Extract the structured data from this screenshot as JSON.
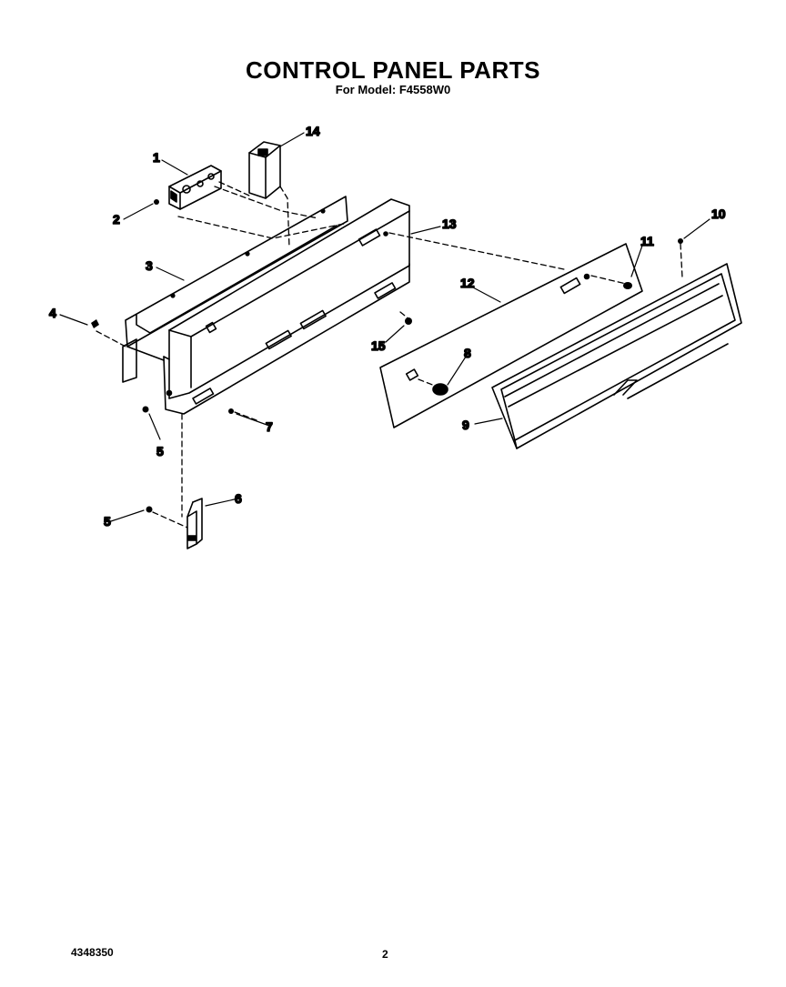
{
  "header": {
    "title": "CONTROL PANEL PARTS",
    "subtitle": "For Model: F4558W0"
  },
  "callouts": {
    "c1": "1",
    "c2": "2",
    "c3": "3",
    "c4": "4",
    "c5a": "5",
    "c5b": "5",
    "c6": "6",
    "c7": "7",
    "c8": "8",
    "c9": "9",
    "c10": "10",
    "c11": "11",
    "c12": "12",
    "c13": "13",
    "c14": "14",
    "c15": "15"
  },
  "footer": {
    "doc_number": "4348350",
    "page_number": "2"
  }
}
